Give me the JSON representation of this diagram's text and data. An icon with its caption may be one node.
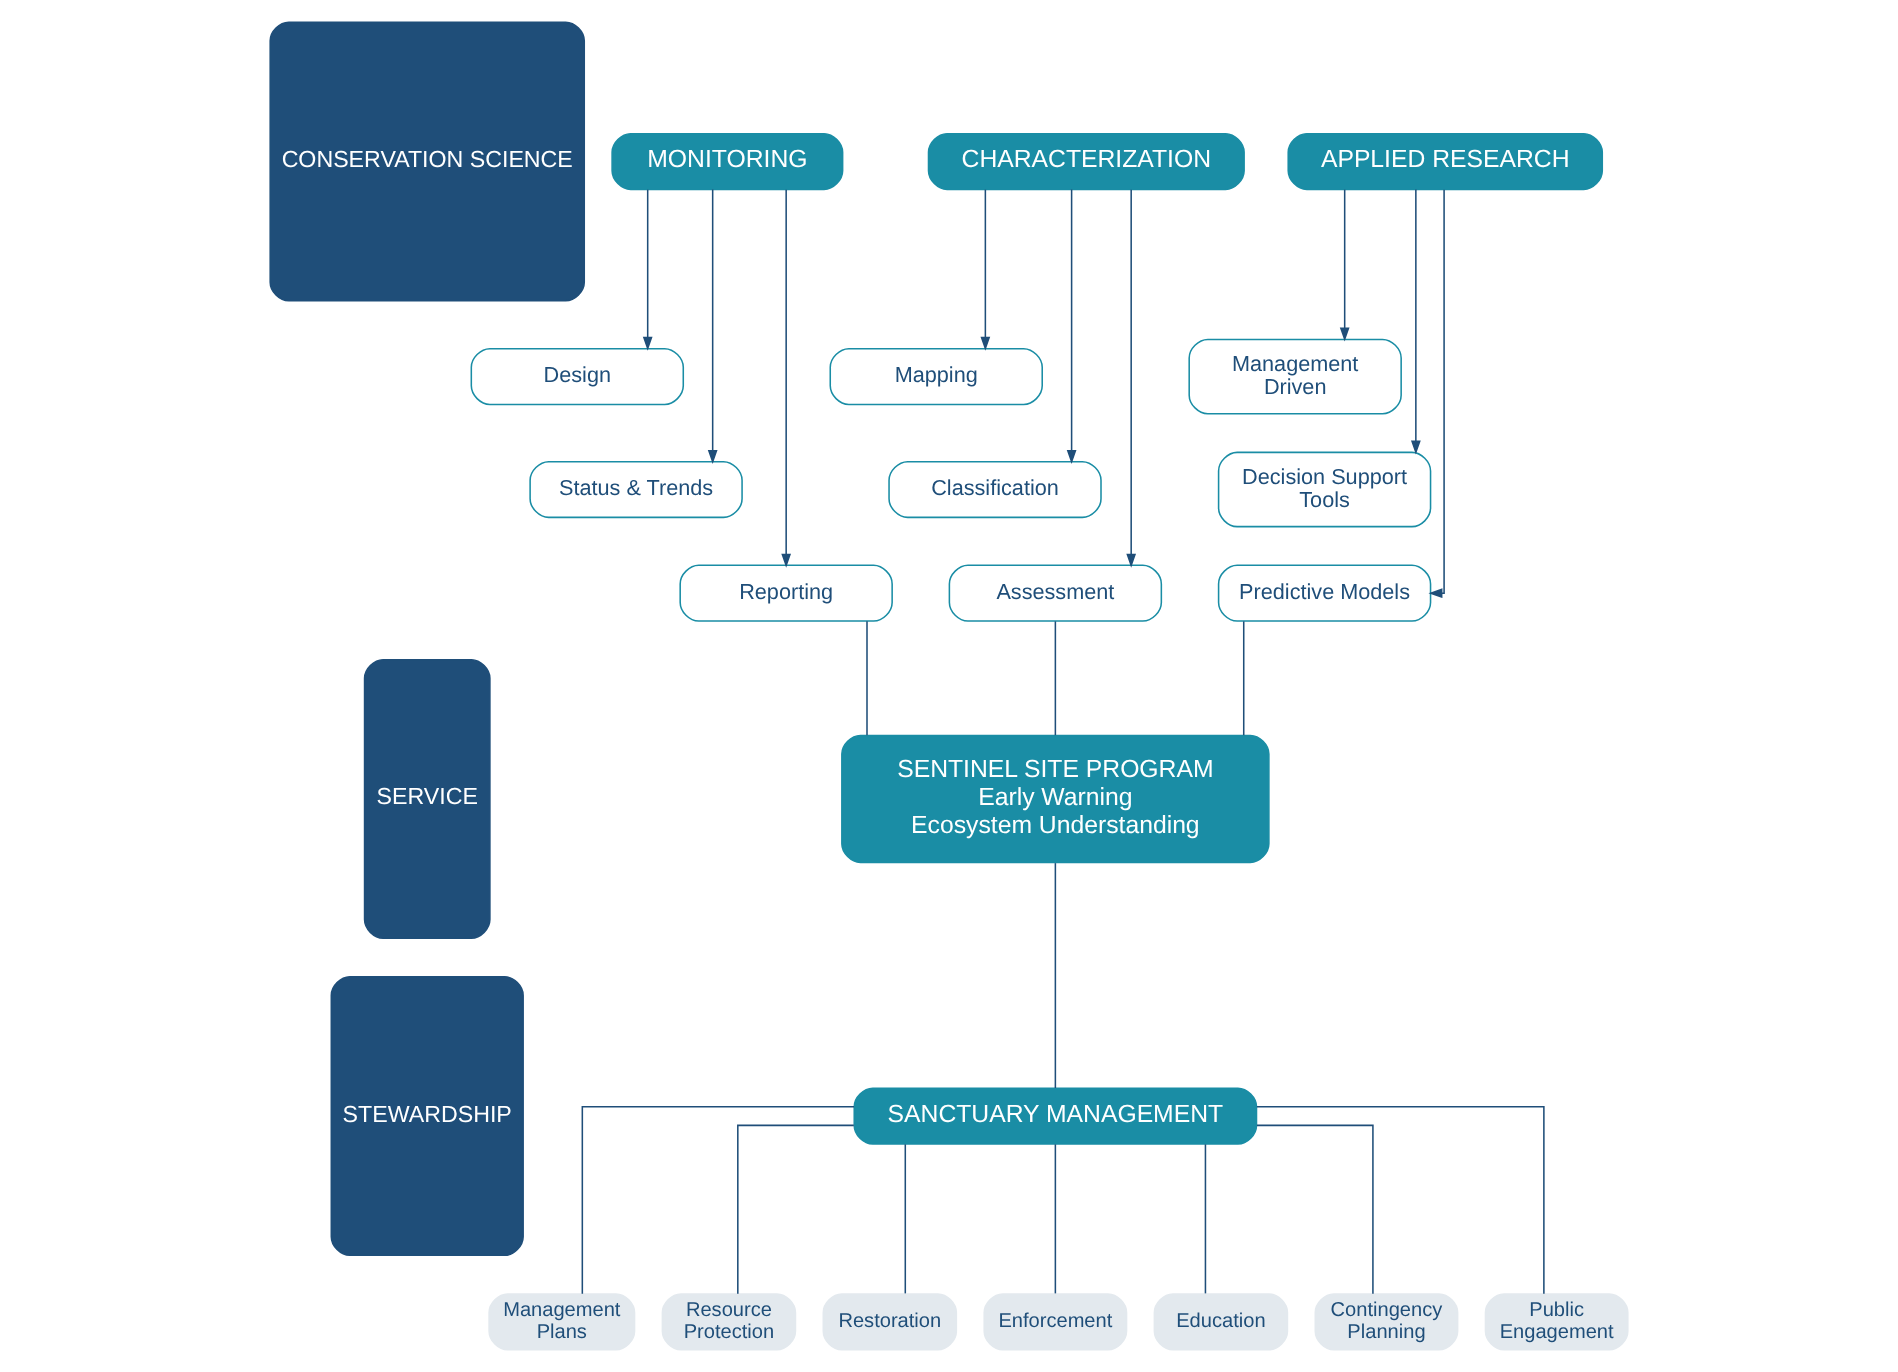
{
  "diagram": {
    "nodes": [
      {
        "text": [
          "CONSERVATION SCIENCE"
        ]
      },
      {
        "text": [
          "SERVICE"
        ]
      },
      {
        "text": [
          "STEWARDSHIP"
        ]
      },
      {
        "text": [
          "MONITORING"
        ]
      },
      {
        "text": [
          "Design"
        ]
      },
      {
        "text": [
          "Status & Trends"
        ]
      },
      {
        "text": [
          "Reporting"
        ]
      },
      {
        "text": [
          "CHARACTERIZATION"
        ]
      },
      {
        "text": [
          "Mapping"
        ]
      },
      {
        "text": [
          "Classification"
        ]
      },
      {
        "text": [
          "Assessment"
        ]
      },
      {
        "text": [
          "APPLIED RESEARCH"
        ]
      },
      {
        "text": [
          "Management Driven"
        ]
      },
      {
        "text": [
          "Decision Support Tools"
        ]
      },
      {
        "text": [
          "Predictive Models"
        ]
      },
      {
        "text": [
          "SENTINEL SITE PROGRAM",
          "Early Warning",
          "Ecosystem Understanding"
        ]
      },
      {
        "text": [
          "SANCTUARY MANAGEMENT"
        ]
      },
      {
        "text": [
          "Management Plans"
        ]
      },
      {
        "text": [
          "Resource Protection"
        ]
      },
      {
        "text": [
          "Restoration"
        ]
      },
      {
        "text": [
          "Enforcement"
        ]
      },
      {
        "text": [
          "Education"
        ]
      },
      {
        "text": [
          "Contingency Planning"
        ]
      },
      {
        "text": [
          "Public Engagement"
        ]
      }
    ],
    "edges": [
      {
        "from": 3,
        "to": 4,
        "arrow": "to"
      },
      {
        "from": 3,
        "to": 5,
        "arrow": "to"
      },
      {
        "from": 3,
        "to": 6,
        "arrow": "to"
      },
      {
        "from": 7,
        "to": 8,
        "arrow": "to"
      },
      {
        "from": 7,
        "to": 9,
        "arrow": "to"
      },
      {
        "from": 7,
        "to": 10,
        "arrow": "to"
      },
      {
        "from": 11,
        "to": 12,
        "arrow": "to"
      },
      {
        "from": 11,
        "to": 13,
        "arrow": "to"
      },
      {
        "from": 11,
        "to": 14,
        "arrow": "to"
      },
      {
        "from": 6,
        "to": 15,
        "arrow": "none"
      },
      {
        "from": 10,
        "to": 15,
        "arrow": "none"
      },
      {
        "from": 14,
        "to": 15,
        "arrow": "none"
      },
      {
        "from": 15,
        "to": 16,
        "arrow": "none"
      },
      {
        "from": 16,
        "to": 17,
        "arrow": "none"
      },
      {
        "from": 16,
        "to": 18,
        "arrow": "none"
      },
      {
        "from": 16,
        "to": 19,
        "arrow": "none"
      },
      {
        "from": 16,
        "to": 20,
        "arrow": "none"
      },
      {
        "from": 16,
        "to": 21,
        "arrow": "none"
      },
      {
        "from": 16,
        "to": 22,
        "arrow": "none"
      },
      {
        "from": 16,
        "to": 23,
        "arrow": "none"
      }
    ]
  }
}
